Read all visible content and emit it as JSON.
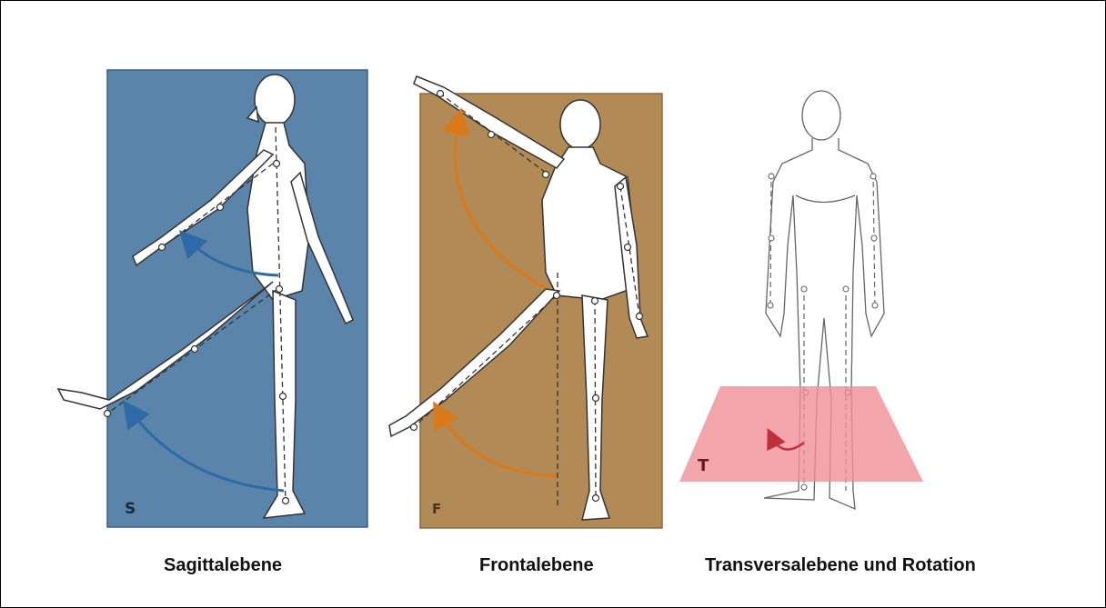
{
  "panels": [
    {
      "id": "sagittal",
      "letter": "S",
      "caption": "Sagittalebene",
      "plane_color": "#5a84aa",
      "arrow_color": "#2e6aa8"
    },
    {
      "id": "frontal",
      "letter": "F",
      "caption": "Frontalebene",
      "plane_color": "#b28a55",
      "arrow_color": "#d9791a"
    },
    {
      "id": "transversal",
      "letter": "T",
      "caption": "Transversalebene und Rotation",
      "plane_color": "#f08f97",
      "arrow_color": "#c0303a"
    }
  ]
}
